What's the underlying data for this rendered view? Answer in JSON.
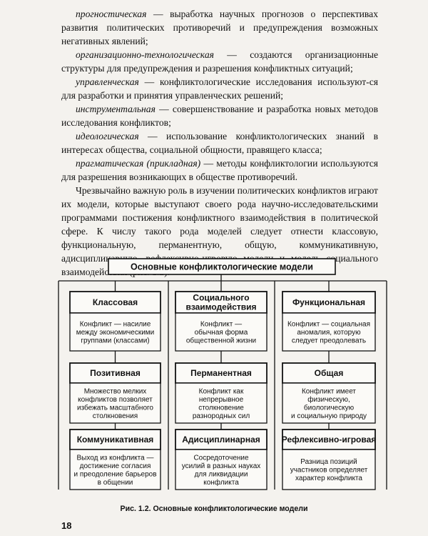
{
  "paragraphs": [
    {
      "term": "прогностическая",
      "text": " — выработка научных прогнозов о перспективах развития политических противоречий и предупреждения возможных негативных явлений;"
    },
    {
      "term": "организационно-технологическая",
      "text": " — создаются организационные структуры для предупреждения и разрешения конфликтных ситуаций;"
    },
    {
      "term": "управленческая",
      "text": " — конфликтологические исследования используют-ся для разработки и принятия управленческих решений;"
    },
    {
      "term": "инструментальная",
      "text": " — совершенствование и разработка новых методов исследования конфликтов;"
    },
    {
      "term": "идеологическая",
      "text": " — использование конфликтологических знаний в интересах общества, социальной общности, правящего класса;"
    },
    {
      "term": "прагматическая (прикладная)",
      "text": " — методы конфликтологии используются для разрешения возникающих в обществе противоречий."
    },
    {
      "term": "",
      "text": "Чрезвычайно важную роль в изучении политических конфликтов играют их модели, которые выступают своего рода научно-исследовательскими программами постижения конфликтного взаимодействия в политической сфере. К числу такого рода моделей следует отнести классовую, функциональную, перманентную, общую, коммуникативную, адисциплинарную, рефлексивно-игровую модели и модель социального взаимодействия (рис. 1.2)."
    }
  ],
  "diagram": {
    "title": "Основные конфликтологические модели",
    "rows": [
      [
        {
          "heading": [
            "Классовая"
          ],
          "desc": [
            "Конфликт — насилие",
            "между экономическими",
            "группами (классами)"
          ]
        },
        {
          "heading": [
            "Социального",
            "взаимодействия"
          ],
          "desc": [
            "Конфликт —",
            "обычная форма",
            "общественной жизни"
          ]
        },
        {
          "heading": [
            "Функциональная"
          ],
          "desc": [
            "Конфликт — социальная",
            "аномалия, которую",
            "следует преодолевать"
          ]
        }
      ],
      [
        {
          "heading": [
            "Позитивная"
          ],
          "desc": [
            "Множество мелких",
            "конфликтов позволяет",
            "избежать масштабного",
            "столкновения"
          ]
        },
        {
          "heading": [
            "Перманентная"
          ],
          "desc": [
            "Конфликт как",
            "непрерывное",
            "столкновение",
            "разнородных сил"
          ]
        },
        {
          "heading": [
            "Общая"
          ],
          "desc": [
            "Конфликт имеет",
            "физическую,",
            "биологическую",
            "и социальную природу"
          ]
        }
      ],
      [
        {
          "heading": [
            "Коммуникативная"
          ],
          "desc": [
            "Выход из конфликта —",
            "достижение согласия",
            "и преодоление барьеров",
            "в общении"
          ]
        },
        {
          "heading": [
            "Адисциплинарная"
          ],
          "desc": [
            "Сосредоточение",
            "усилий в разных науках",
            "для ликвидации",
            "конфликта"
          ]
        },
        {
          "heading": [
            "Рефлексивно-игровая"
          ],
          "desc": [
            "Разница позиций",
            "участников определяет",
            "характер конфликта"
          ]
        }
      ]
    ]
  },
  "caption": "Рис. 1.2. Основные конфликтологические модели",
  "page_number": "18"
}
